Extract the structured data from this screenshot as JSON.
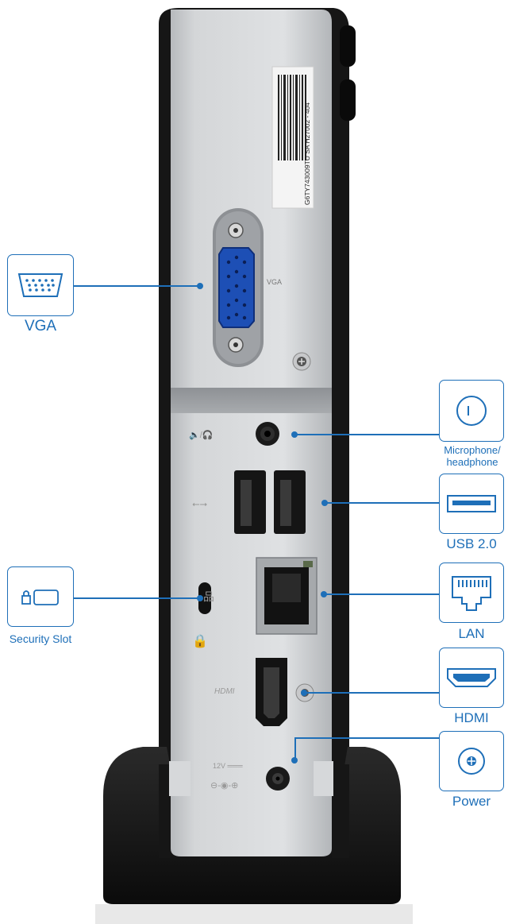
{
  "device": {
    "serial_label": "G6TY743009TU  SA H27002 - 404",
    "vga_port_text": "VGA",
    "hdmi_port_text": "HDMI",
    "power_rating_text": "12V ═══"
  },
  "callouts": {
    "vga": "VGA",
    "microphone": "Microphone/\nheadphone",
    "usb": "USB 2.0",
    "lan": "LAN",
    "hdmi": "HDMI",
    "power": "Power",
    "security": "Security Slot"
  },
  "colors": {
    "accent": "#1e6fb8",
    "chassis_silver": "#c9cbcd",
    "chassis_black": "#141414",
    "vga_blue": "#1d4fb5"
  }
}
